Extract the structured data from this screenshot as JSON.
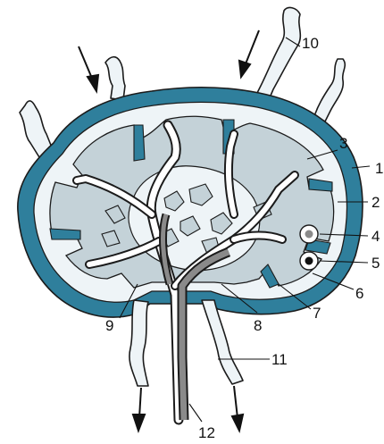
{
  "colors": {
    "capsule": "#2f7f9c",
    "cortex": "#c4d2d8",
    "sinus": "#eef4f7",
    "vein": "#8a8a8a",
    "outline": "#1b1b1b"
  },
  "labels": {
    "l1": "1",
    "l2": "2",
    "l3": "3",
    "l4": "4",
    "l5": "5",
    "l6": "6",
    "l7": "7",
    "l8": "8",
    "l9": "9",
    "l10": "10",
    "l11": "11",
    "l12": "12"
  }
}
